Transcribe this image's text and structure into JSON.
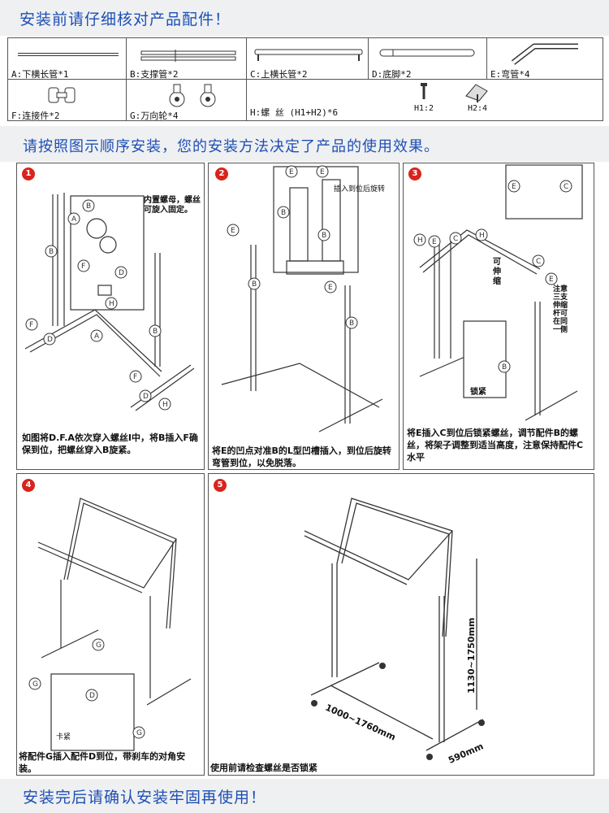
{
  "header": {
    "title": "安装前请仔细核对产品配件！"
  },
  "parts": [
    {
      "label": "A:下横长管*1",
      "icon": "straight-pipe-icon"
    },
    {
      "label": "B:支撑管*2",
      "icon": "support-pipe-icon"
    },
    {
      "label": "C:上横长管*2",
      "icon": "top-pipe-icon"
    },
    {
      "label": "D:底脚*2",
      "icon": "base-foot-icon"
    },
    {
      "label": "E:弯管*4",
      "icon": "bent-pipe-icon"
    },
    {
      "label": "F:连接件*2",
      "icon": "connector-icon"
    },
    {
      "label": "G:万向轮*4",
      "icon": "caster-wheel-icon"
    },
    {
      "label": "H:螺 丝 (H1+H2)*6",
      "icon": "screw-icon"
    }
  ],
  "screws": {
    "h1": "H1:2",
    "h2": "H2:4"
  },
  "instruction_banner": "请按照图示顺序安装，您的安装方法决定了产品的使用效果。",
  "steps": [
    {
      "number": "1",
      "caption": "如图将D.F.A依次穿入螺丝I中，将B插入F确保到位，把螺丝穿入B旋紧。",
      "note": "内置螺母，螺丝可旋入固定。"
    },
    {
      "number": "2",
      "caption": "将E的凹点对准B的L型凹槽插入，到位后旋转弯管到位，以免脱落。",
      "note": "插入到位后旋转"
    },
    {
      "number": "3",
      "caption": "将E插入C到位后锁紧螺丝，调节配件B的螺丝，将架子调整到适当高度，注意保持配件C水平",
      "note_lock": "锁紧",
      "note_stretch": "可伸缩",
      "note_side": "注意三支伸缩杆可在同一侧"
    },
    {
      "number": "4",
      "caption": "将配件G插入配件D到位，带刹车的对角安装。",
      "note": "卡紧"
    },
    {
      "number": "5",
      "caption": "使用前请检查螺丝是否锁紧",
      "dim_width": "1000~1760mm",
      "dim_height": "1130~1750mm",
      "dim_depth": "590mm"
    }
  ],
  "footer": {
    "text": "安装完后请确认安装牢固再使用！"
  },
  "colors": {
    "title_blue": "#1e4fb4",
    "step_red": "#d9241b",
    "band_gray": "#eef0f2"
  }
}
